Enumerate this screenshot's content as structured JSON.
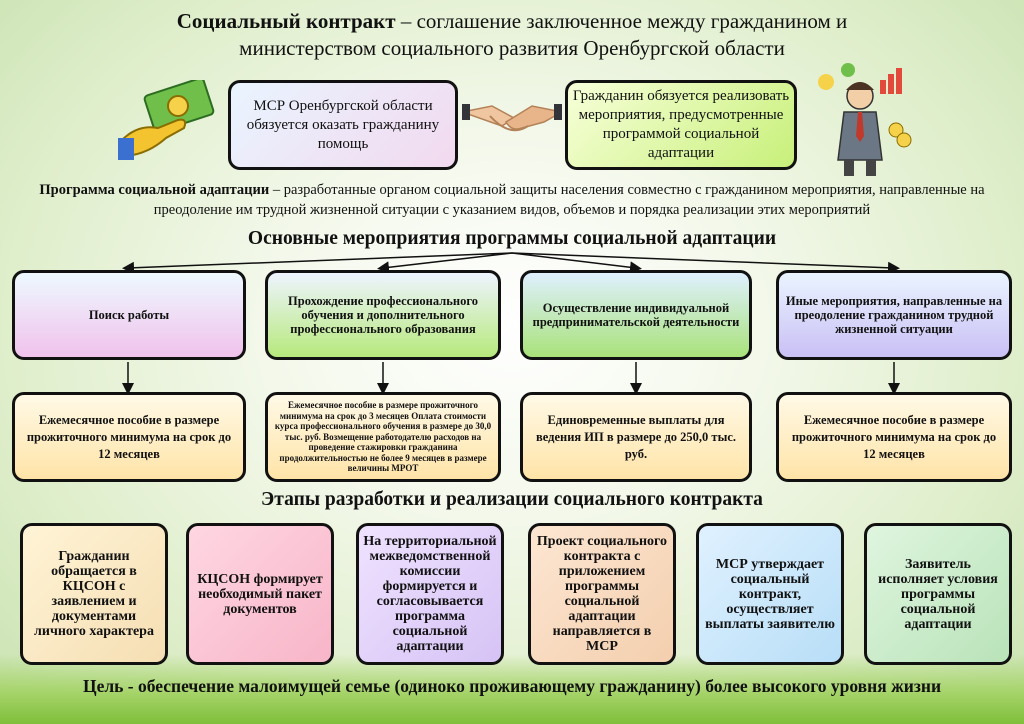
{
  "header": {
    "title_bold": "Социальный контракт",
    "title_rest": " –  соглашение заключенное между гражданином и",
    "title_line2": "министерством социального развития Оренбургской области"
  },
  "agreement": {
    "left_text": "МСР Оренбургской области обязуется оказать гражданину помощь",
    "right_text": "Гражданин обязуется реализовать мероприятия, предусмотренные программой социальной адаптации"
  },
  "program": {
    "term": "Программа социальной адаптации",
    "definition": " – разработанные органом социальной защиты населения совместно с гражданином мероприятия, направленные на преодоление им трудной жизненной ситуации с указанием видов, объемов и порядка реализации этих мероприятий"
  },
  "activities": {
    "heading": "Основные мероприятия программы социальной адаптации",
    "items": [
      {
        "label": "Поиск работы",
        "payment": "Ежемесячное пособие в размере прожиточного минимума на срок до 12 месяцев"
      },
      {
        "label": "Прохождение профессионального обучения и дополнительного профессионального образования",
        "payment": "Ежемесячное пособие в размере прожиточного минимума на срок до 3 месяцев Оплата стоимости курса профессионального обучения в размере до 30,0 тыс. руб. Возмещение работодателю расходов на проведение стажировки гражданина продолжительностью не более 9 месяцев в размере величины МРОТ"
      },
      {
        "label": "Осуществление индивидуальной предпринимательской деятельности",
        "payment": "Единовременные выплаты для ведения ИП в размере до 250,0 тыс. руб."
      },
      {
        "label": "Иные мероприятия, направленные на преодоление гражданином трудной жизненной ситуации",
        "payment": "Ежемесячное пособие в размере прожиточного минимума на срок до 12 месяцев"
      }
    ]
  },
  "stages": {
    "heading": "Этапы разработки и реализации социального контракта",
    "items": [
      "Гражданин обращается в КЦСОН с заявлением и документами личного характера",
      "КЦСОН формирует необходимый пакет документов",
      "На территориальной межведомственной комиссии формируется и согласовывается программа социальной адаптации",
      "Проект социального контракта с приложением программы социальной адаптации направляется в МСР",
      "МСР утверждает социальный контракт, осуществляет выплаты заявителю",
      "Заявитель исполняет условия программы социальной адаптации"
    ]
  },
  "goal": "Цель - обеспечение малоимущей семье (одиноко проживающему гражданину) более высокого уровня жизни",
  "icons": [
    "money-hand-icon",
    "handshake-icon",
    "businessman-icon"
  ],
  "colors": {
    "border": "#111111",
    "accent_green": "#b7e97c",
    "accent_pink": "#f0c2ec"
  }
}
